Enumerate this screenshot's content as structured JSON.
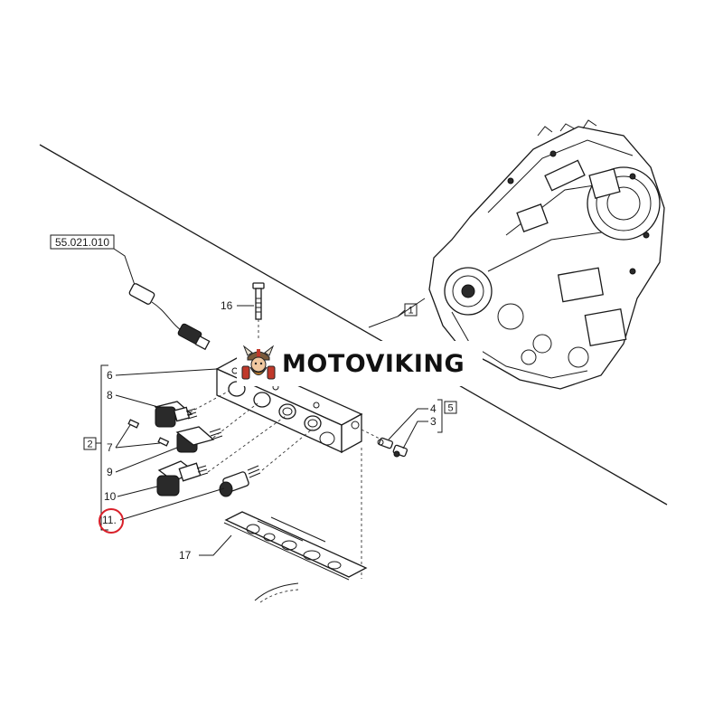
{
  "diagram": {
    "callouts": {
      "ref_box": "55.021.010",
      "part_16": "16",
      "group_1": "1",
      "part_6": "6",
      "part_8": "8",
      "group_2": "2",
      "part_7": "7",
      "part_9": "9",
      "part_10": "10",
      "part_11": "11.",
      "part_4": "4",
      "part_3": "3",
      "group_5": "5",
      "part_17": "17"
    },
    "highlight": {
      "target": "11.",
      "color": "#d9202a"
    }
  },
  "watermark": {
    "brand_name": "MOTOVIKING",
    "logo_icon": "viking-mascot-icon",
    "text_color": "#111111",
    "accent_color": "#c0392b"
  }
}
